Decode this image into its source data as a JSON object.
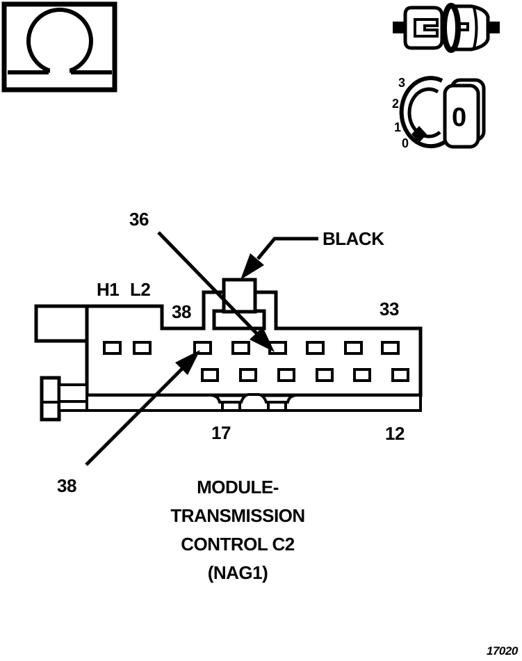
{
  "colors": {
    "ink": "#000000",
    "paper": "#ffffff"
  },
  "top_symbols": {
    "omega_icon": "omega-resistance-symbol",
    "terminal_pair_icon": "terminal-pair",
    "dial_indicator": {
      "scale_labels": [
        "3",
        "2",
        "1",
        "0"
      ],
      "face_label": "0"
    }
  },
  "connector": {
    "color_label": "BLACK",
    "callout_36": "36",
    "callout_38": "38",
    "corner_top_left": "38",
    "corner_top_right": "33",
    "corner_bottom_left": "17",
    "corner_bottom_right": "12",
    "aux_label_h1": "H1",
    "aux_label_l2": "L2",
    "pin_rows": {
      "top_count": 8,
      "bottom_count": 6
    },
    "title_lines": [
      "MODULE-",
      "TRANSMISSION",
      "CONTROL C2",
      "(NAG1)"
    ]
  },
  "figure_number": "17020"
}
